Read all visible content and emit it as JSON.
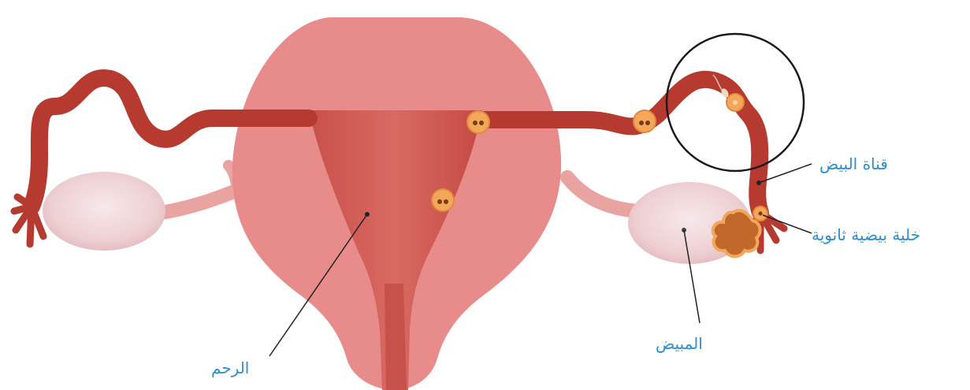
{
  "labels": {
    "uterus": "الرحم",
    "ovary": "المبيض",
    "fallopian_tube": "قناة البيض",
    "secondary_oocyte": "خلية بيضية ثانوية"
  },
  "colors": {
    "uterus_body": "#e78c8a",
    "uterus_cavity": "#c84b45",
    "tube": "#b73a30",
    "ovary": "#f0d4d6",
    "ligament": "#e9a3a1",
    "egg": "#f2a75a",
    "follicle": "#c0692b",
    "label_text": "#2b8fd0"
  }
}
